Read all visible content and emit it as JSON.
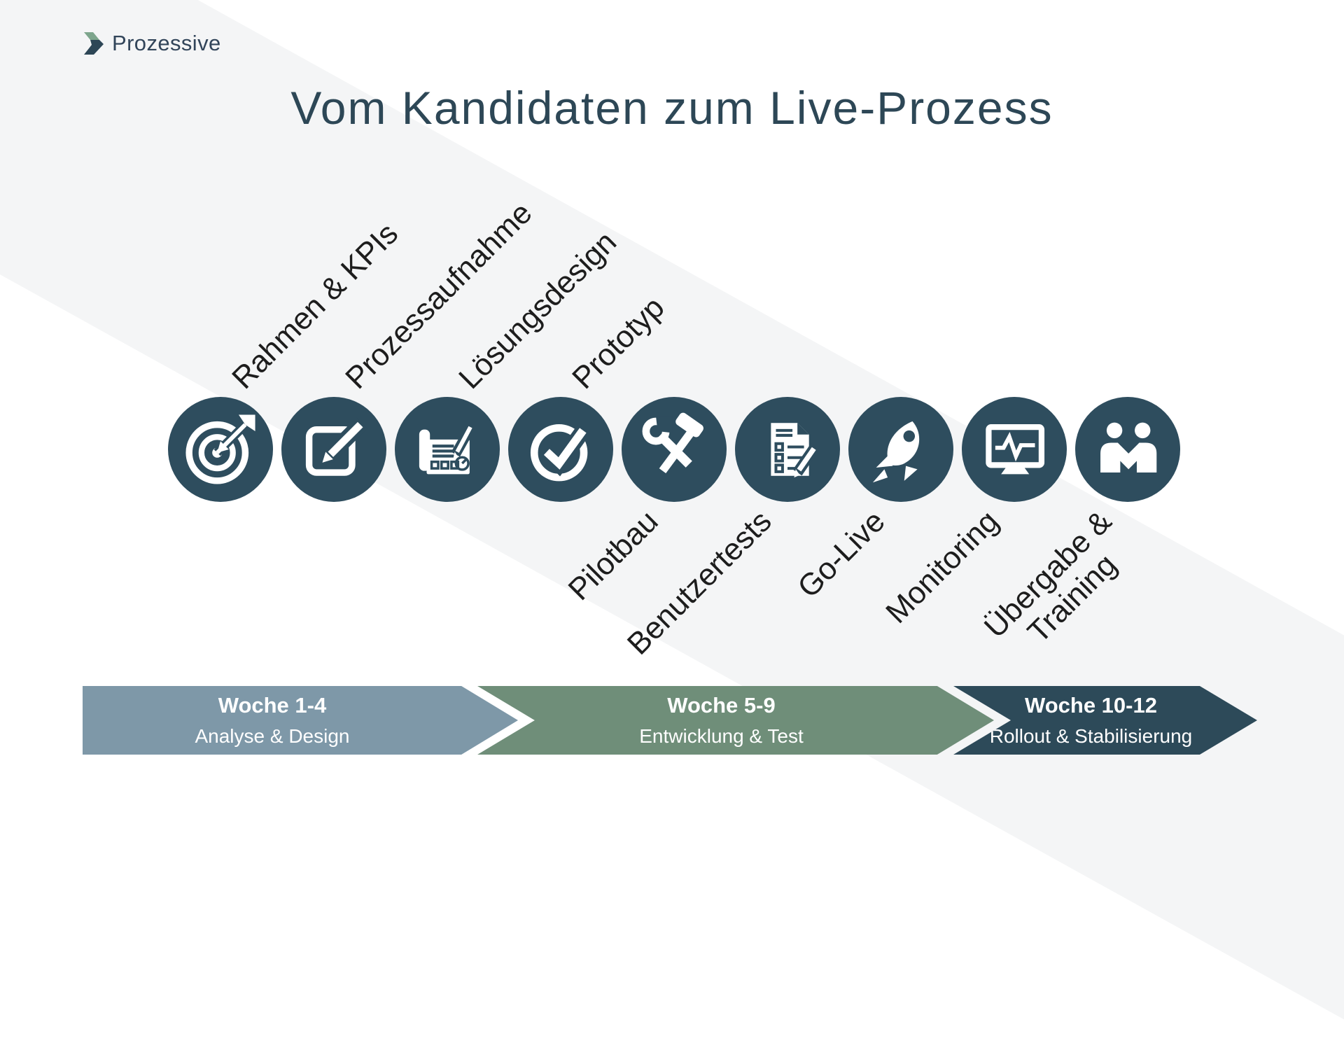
{
  "logo": {
    "text": "Prozessive",
    "icon": "chevron-right-icon"
  },
  "title": "Vom Kandidaten zum Live-Prozess",
  "colors": {
    "background_band": "#f4f5f6",
    "icon_circle": "#2e4d5e",
    "title_text": "#2d4756",
    "label_text": "#1d1d1d",
    "logo_green": "#7da58c",
    "logo_teal": "#2d4656"
  },
  "steps": [
    {
      "label": "Rahmen & KPIs",
      "icon": "target-icon",
      "label_position": "above"
    },
    {
      "label": "Prozessaufnahme",
      "icon": "edit-icon",
      "label_position": "above"
    },
    {
      "label": "Lösungsdesign",
      "icon": "blueprint-icon",
      "label_position": "above"
    },
    {
      "label": "Prototyp",
      "icon": "check-circle-icon",
      "label_position": "above"
    },
    {
      "label": "Pilotbau",
      "icon": "tools-icon",
      "label_position": "below"
    },
    {
      "label": "Benutzertests",
      "icon": "checklist-icon",
      "label_position": "below"
    },
    {
      "label": "Go-Live",
      "icon": "rocket-icon",
      "label_position": "below"
    },
    {
      "label": "Monitoring",
      "icon": "monitor-icon",
      "label_position": "below"
    },
    {
      "label": "Übergabe &\nTraining",
      "icon": "handshake-icon",
      "label_position": "below"
    }
  ],
  "timeline": [
    {
      "week": "Woche 1-4",
      "phase": "Analyse & Design",
      "color": "#7e98a8"
    },
    {
      "week": "Woche 5-9",
      "phase": "Entwicklung & Test",
      "color": "#6f8e79"
    },
    {
      "week": "Woche 10-12",
      "phase": "Rollout & Stabilisierung",
      "color": "#2d4a59"
    }
  ]
}
